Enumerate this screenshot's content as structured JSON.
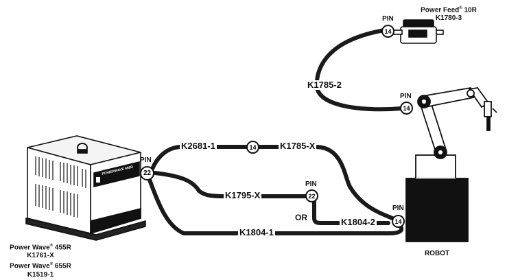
{
  "equipment": {
    "power_source": {
      "lines": [
        "Power Wave",
        "K1761-X",
        "Power Wave",
        "K1519-1"
      ],
      "models": [
        "455R",
        "655R"
      ],
      "reg_mark": "®",
      "panel_text": "POWERWAVE 455R"
    },
    "wire_feeder": {
      "title": "Power Feed",
      "model": "10R",
      "reg_mark": "®",
      "part": "K1780-3"
    },
    "robot": {
      "label": "ROBOT"
    }
  },
  "cables": {
    "k2681": "K2681-1",
    "k1785x": "K1785-X",
    "k1785_2": "K1785-2",
    "k1795": "K1795-X",
    "k1804_2": "K1804-2",
    "k1804_1": "K1804-1",
    "or_label": "OR"
  },
  "pins": {
    "pin_word": "PIN",
    "source": "22",
    "mid": "14",
    "alt": "22",
    "robot": "14",
    "feeder": "14",
    "arm": "14"
  },
  "colors": {
    "cable": "#1a1a1a",
    "outline": "#111111",
    "fill": "#ffffff"
  }
}
